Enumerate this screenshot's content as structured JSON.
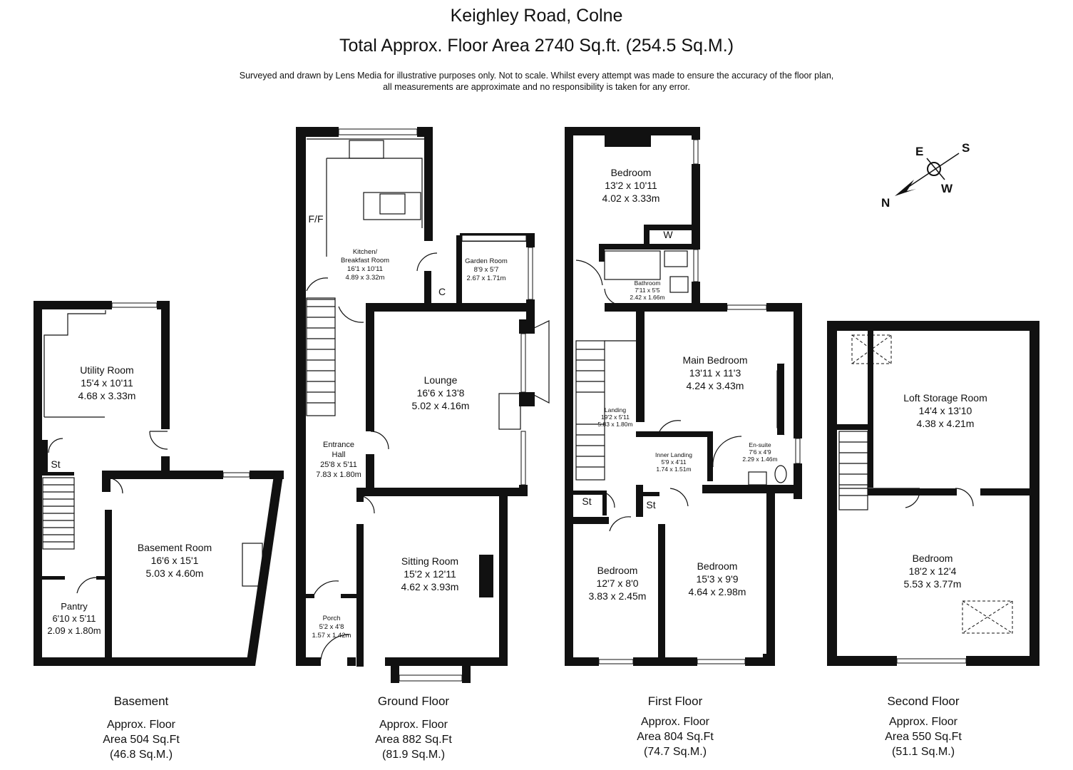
{
  "header": {
    "title": "Keighley Road, Colne",
    "subtitle": "Total Approx. Floor Area 2740 Sq.ft. (254.5 Sq.M.)",
    "disclaimer_line1": "Surveyed and drawn by Lens Media for illustrative purposes only. Not to scale. Whilst every attempt was made to ensure the accuracy of the floor plan,",
    "disclaimer_line2": "all measurements are approximate and no responsibility is taken for any error."
  },
  "compass": {
    "n": "N",
    "e": "E",
    "s": "S",
    "w": "W"
  },
  "floors": [
    {
      "name": "Basement",
      "area_line1": "Approx. Floor",
      "area_line2": "Area 504 Sq.Ft",
      "area_line3": "(46.8 Sq.M.)"
    },
    {
      "name": "Ground Floor",
      "area_line1": "Approx. Floor",
      "area_line2": "Area 882 Sq.Ft",
      "area_line3": "(81.9 Sq.M.)"
    },
    {
      "name": "First Floor",
      "area_line1": "Approx. Floor",
      "area_line2": "Area 804 Sq.Ft",
      "area_line3": "(74.7 Sq.M.)"
    },
    {
      "name": "Second Floor",
      "area_line1": "Approx. Floor",
      "area_line2": "Area 550 Sq.Ft",
      "area_line3": "(51.1 Sq.M.)"
    }
  ],
  "rooms": {
    "utility": {
      "name": "Utility Room",
      "imp": "15'4 x 10'11",
      "met": "4.68 x 3.33m"
    },
    "basement_room": {
      "name": "Basement Room",
      "imp": "16'6 x 15'1",
      "met": "5.03 x 4.60m"
    },
    "pantry": {
      "name": "Pantry",
      "imp": "6'10 x 5'11",
      "met": "2.09 x 1.80m"
    },
    "basement_st": {
      "name": "St"
    },
    "kitchen": {
      "name1": "Kitchen/",
      "name2": "Breakfast Room",
      "imp": "16'1 x 10'11",
      "met": "4.89 x 3.32m"
    },
    "ff": {
      "name": "F/F"
    },
    "garden_room": {
      "name": "Garden Room",
      "imp": "8'9 x 5'7",
      "met": "2.67 x 1.71m"
    },
    "cupboard": {
      "name": "C"
    },
    "lounge": {
      "name": "Lounge",
      "imp": "16'6 x 13'8",
      "met": "5.02 x 4.16m"
    },
    "hall": {
      "name1": "Entrance",
      "name2": "Hall",
      "imp": "25'8 x 5'11",
      "met": "7.83 x 1.80m"
    },
    "sitting": {
      "name": "Sitting Room",
      "imp": "15'2 x 12'11",
      "met": "4.62 x 3.93m"
    },
    "porch": {
      "name": "Porch",
      "imp": "5'2 x 4'8",
      "met": "1.57 x 1.42m"
    },
    "bed1": {
      "name": "Bedroom",
      "imp": "13'2 x 10'11",
      "met": "4.02 x 3.33m"
    },
    "wardrobe": {
      "name": "W"
    },
    "bathroom": {
      "name": "Bathroom",
      "imp": "7'11 x 5'5",
      "met": "2.42 x 1.66m"
    },
    "main_bed": {
      "name": "Main Bedroom",
      "imp": "13'11 x 11'3",
      "met": "4.24 x 3.43m"
    },
    "landing": {
      "name": "Landing",
      "imp": "19'2 x 5'11",
      "met": "5.83 x 1.80m"
    },
    "inner_landing": {
      "name": "Inner Landing",
      "imp": "5'9 x 4'11",
      "met": "1.74 x 1.51m"
    },
    "ensuite": {
      "name": "En-suite",
      "imp": "7'6 x 4'9",
      "met": "2.29 x 1.46m"
    },
    "st1": {
      "name": "St"
    },
    "st2": {
      "name": "St"
    },
    "bed2": {
      "name": "Bedroom",
      "imp": "12'7 x 8'0",
      "met": "3.83 x 2.45m"
    },
    "bed3": {
      "name": "Bedroom",
      "imp": "15'3 x 9'9",
      "met": "4.64 x 2.98m"
    },
    "loft": {
      "name": "Loft Storage Room",
      "imp": "14'4 x 13'10",
      "met": "4.38 x 4.21m"
    },
    "bed4": {
      "name": "Bedroom",
      "imp": "18'2 x 12'4",
      "met": "5.53 x 3.77m"
    }
  },
  "colors": {
    "wall": "#111111",
    "window": "#ffffff",
    "background": "#ffffff"
  }
}
